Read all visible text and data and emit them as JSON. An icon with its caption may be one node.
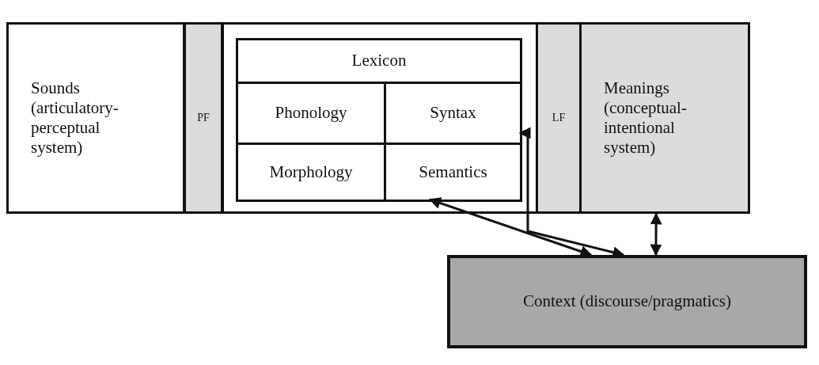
{
  "diagram": {
    "nodes": [
      {
        "text": [
          "Sounds (articulatory-perceptual system)"
        ]
      },
      {
        "text": [
          "PF"
        ]
      },
      {
        "text": [],
        "shape": "box"
      },
      {
        "text": [
          "Lexicon"
        ],
        "in": 2
      },
      {
        "text": [
          "Phonology"
        ],
        "in": 2
      },
      {
        "text": [
          "Syntax"
        ],
        "in": 2
      },
      {
        "text": [
          "Morphology"
        ],
        "in": 2
      },
      {
        "text": [
          "Semantics"
        ],
        "in": 2
      },
      {
        "text": [
          "LF"
        ]
      },
      {
        "text": [
          "Meanings (conceptual-intentional system)"
        ]
      },
      {
        "text": [
          "Context (discourse/pragmatics)"
        ]
      }
    ],
    "edges": [
      {
        "from": 5,
        "to": 10,
        "arrow": "both"
      },
      {
        "from": 7,
        "to": 10,
        "arrow": "both"
      },
      {
        "from": 9,
        "to": 10,
        "arrow": "both"
      }
    ]
  }
}
